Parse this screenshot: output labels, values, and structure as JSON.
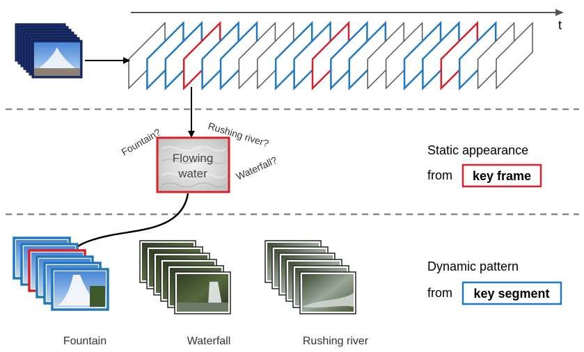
{
  "timeline": {
    "axis_label": "t"
  },
  "guesses": [
    {
      "text": "Fountain?"
    },
    {
      "text": "Rushing river?"
    },
    {
      "text": "Waterfall?"
    }
  ],
  "center_box": {
    "line1": "Flowing",
    "line2": "water"
  },
  "static_note": {
    "line1": "Static appearance",
    "prefix": "from",
    "highlight": "key frame"
  },
  "dynamic_note": {
    "line1": "Dynamic pattern",
    "prefix": "from",
    "highlight": "key segment"
  },
  "captions": [
    {
      "text": "Fountain"
    },
    {
      "text": "Waterfall"
    },
    {
      "text": "Rushing river"
    }
  ],
  "colors": {
    "key_frame": "#d6202a",
    "key_segment": "#1f78c1",
    "neutral_frame": "#555555",
    "dashed": "#8a8a8a"
  }
}
